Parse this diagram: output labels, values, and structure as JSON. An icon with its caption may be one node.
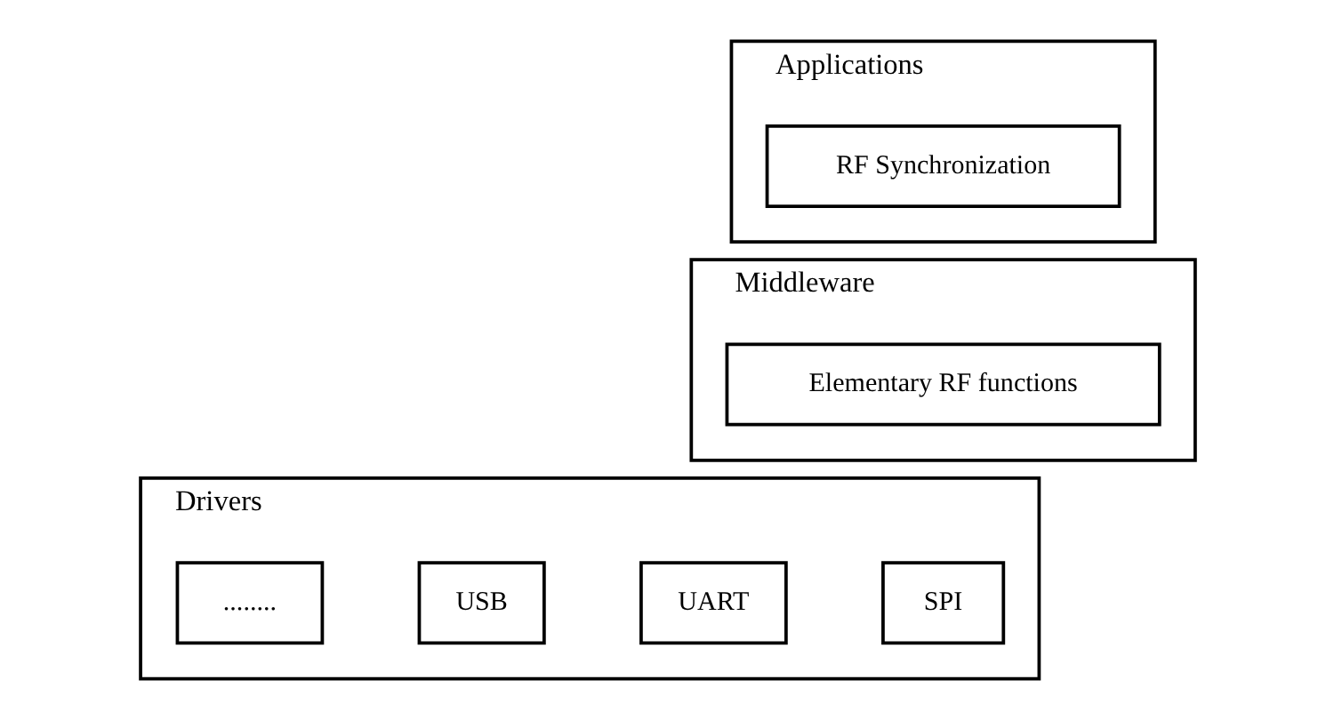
{
  "diagram": {
    "nodes": [
      {
        "text": [
          "Applications"
        ]
      },
      {
        "text": [
          "RF Synchronization"
        ],
        "in": 0
      },
      {
        "text": [
          "Middleware"
        ]
      },
      {
        "text": [
          "Elementary RF functions"
        ],
        "in": 2
      },
      {
        "text": [
          "Drivers"
        ]
      },
      {
        "text": [
          "SPI"
        ],
        "in": 4
      },
      {
        "text": [
          "UART"
        ],
        "in": 4
      },
      {
        "text": [
          "USB"
        ],
        "in": 4
      },
      {
        "text": [
          "........"
        ],
        "in": 4
      }
    ]
  }
}
